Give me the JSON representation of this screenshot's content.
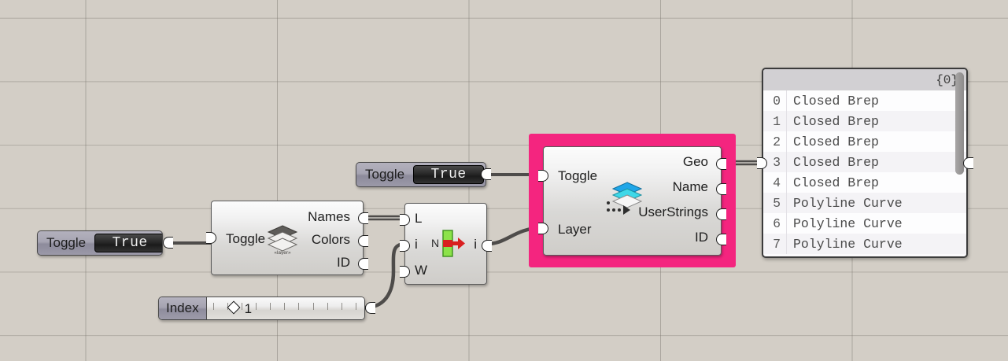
{
  "canvas": {
    "background": "#d3cec6",
    "grid_color": "#78746c"
  },
  "toggle_layer": {
    "name_label": "Toggle",
    "value": "True"
  },
  "toggle_geo": {
    "name_label": "Toggle",
    "value": "True"
  },
  "slider": {
    "name_label": "Index",
    "value": "1"
  },
  "layer_component": {
    "icon": "layers-stack-grayscale-icon",
    "inputs": [
      {
        "label": "Toggle"
      }
    ],
    "outputs": [
      {
        "label": "Names"
      },
      {
        "label": "Colors"
      },
      {
        "label": "ID"
      }
    ]
  },
  "list_item_component": {
    "icon": "list-item-green-red-arrow-icon",
    "inputs": [
      {
        "label": "L"
      },
      {
        "label": "i"
      },
      {
        "label": "W"
      }
    ],
    "outputs": [
      {
        "label": "i"
      }
    ]
  },
  "reference_component": {
    "selected": true,
    "highlight_color": "#f4257f",
    "icon": "layers-stack-blue-dotted-arrow-icon",
    "inputs": [
      {
        "label": "Toggle"
      },
      {
        "label": "Layer"
      }
    ],
    "outputs": [
      {
        "label": "Geo"
      },
      {
        "label": "Name"
      },
      {
        "label": "UserStrings"
      },
      {
        "label": "ID"
      }
    ]
  },
  "panel": {
    "path_label": "{0}",
    "rows": [
      {
        "index": "0",
        "value": "Closed Brep"
      },
      {
        "index": "1",
        "value": "Closed Brep"
      },
      {
        "index": "2",
        "value": "Closed Brep"
      },
      {
        "index": "3",
        "value": "Closed Brep"
      },
      {
        "index": "4",
        "value": "Closed Brep"
      },
      {
        "index": "5",
        "value": "Polyline Curve"
      },
      {
        "index": "6",
        "value": "Polyline Curve"
      },
      {
        "index": "7",
        "value": "Polyline Curve"
      }
    ]
  }
}
